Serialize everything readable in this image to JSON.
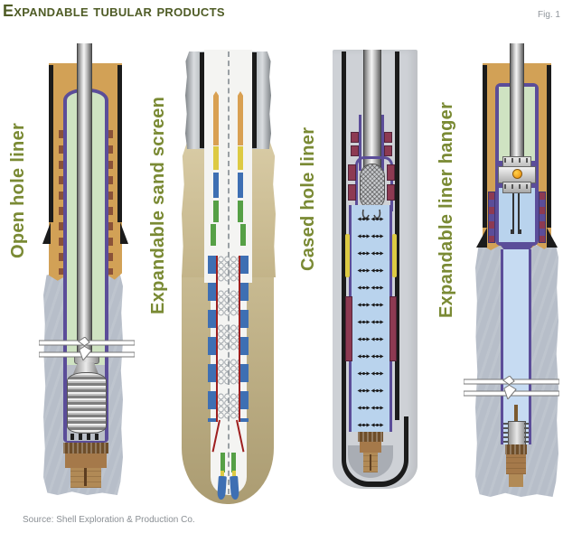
{
  "figure": {
    "title": "Expandable tubular products",
    "fig_label": "Fig. 1",
    "source": "Source: Shell Exploration & Production Co."
  },
  "panels": [
    {
      "id": "open-hole-liner",
      "label": "Open hole liner"
    },
    {
      "id": "expandable-sand-screen",
      "label": "Expandable sand screen"
    },
    {
      "id": "cased-hole-liner",
      "label": "Cased hole liner"
    },
    {
      "id": "expandable-liner-hanger",
      "label": "Expandable liner hanger"
    }
  ],
  "colors": {
    "title_green": "#4f5c26",
    "label_green": "#7a8a34",
    "fig_gray": "#8f959b",
    "source_gray": "#8a8f94",
    "tan": "#d2a156",
    "khaki": "#ab9c72",
    "light_tan": "#d9cca6",
    "rock": "#b7bec9",
    "casing": "#1b1b1b",
    "column_gray": "#ced1d6",
    "purple": "#5b4d99",
    "light_green": "#cfe3c2",
    "light_blue": "#b9d3ed",
    "pale_blue": "#c6dbf2",
    "maroon": "#8d3a52",
    "anchor_brown": "#8a5238",
    "shoe_brown": "#a5794a",
    "orange": "#d9a052",
    "yellow_seg": "#ddca43",
    "blue_seg": "#3e6fb3",
    "green_seg": "#56a046",
    "red_line": "#9e1f1f"
  }
}
